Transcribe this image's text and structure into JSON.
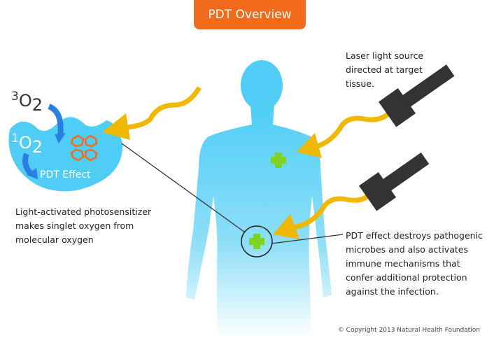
{
  "title": "PDT Overview",
  "left_panel": {
    "triplet_oxygen": {
      "prefix": "3",
      "element": "O",
      "subscript": "2"
    },
    "singlet_oxygen": {
      "prefix": "1",
      "element": "O",
      "subscript": "2"
    },
    "effect_label": "PDT Effect",
    "caption": [
      "Light-activated photosensitizer",
      "makes singlet oxygen from",
      "molecular oxygen"
    ]
  },
  "laser_caption": [
    "Laser light source",
    "directed at target",
    "tissue."
  ],
  "effect_caption": [
    "PDT effect destroys pathogenic",
    "microbes and also activates",
    "immune mechanisms that",
    "confer additional protection",
    "against the infection."
  ],
  "copyright": "©  Copyright 2013 Natural Health Foundation",
  "colors": {
    "title_bg": "#f26a1b",
    "body": "#5cd0f5",
    "beam": "#f0b800",
    "laser": "#333333",
    "cross": "#7ed321",
    "arrow_blue": "#2a7de1",
    "molecule": "#f26a1b"
  }
}
